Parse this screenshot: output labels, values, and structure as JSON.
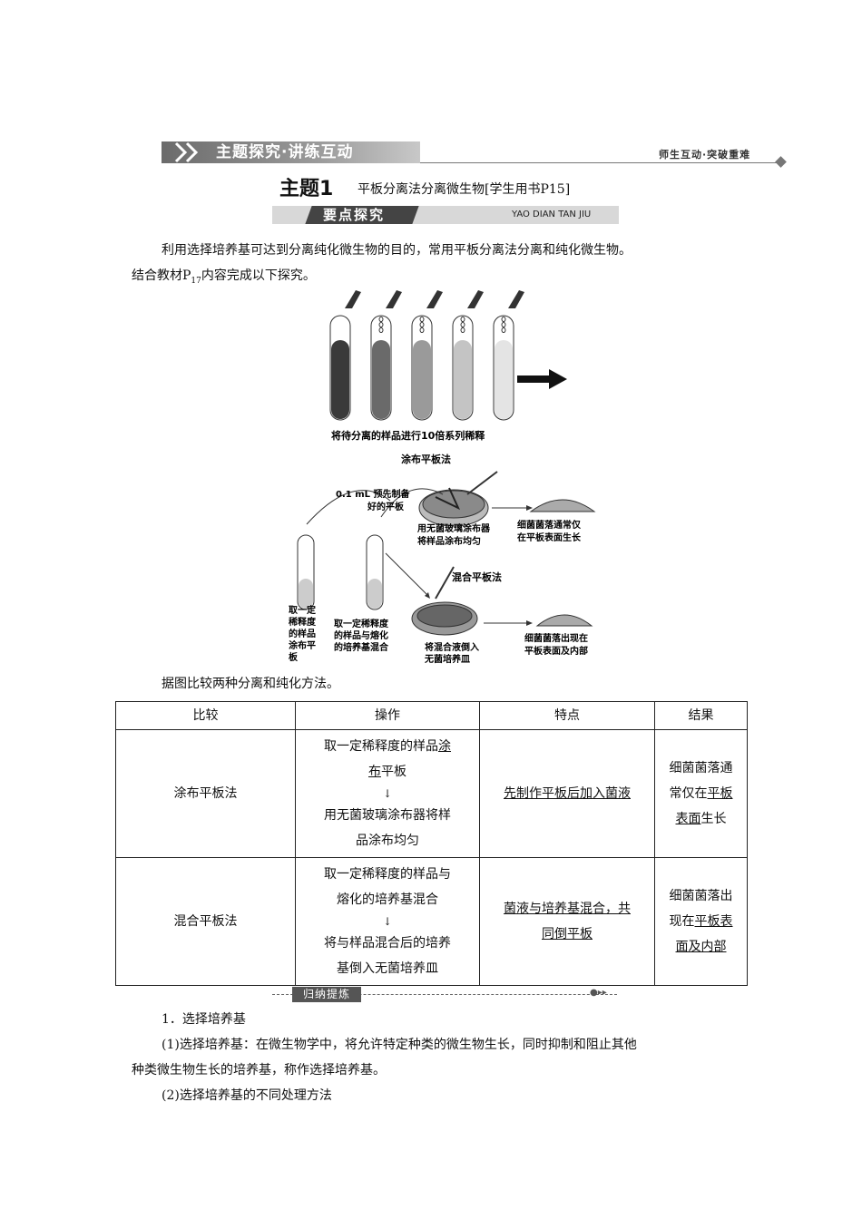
{
  "header": {
    "banner_title": "主题探究·讲练互动",
    "banner_right": "师生互动·突破重难",
    "topic_num": "主题1",
    "topic_title": "平板分离法分离微生物[学生用书P15]",
    "key_title": "要点探究",
    "key_pinyin": "YAO DIAN TAN JIU"
  },
  "intro": {
    "line1": "利用选择培养基可达到分离纯化微生物的目的，常用平板分离法分离和纯化微生物。",
    "line2_a": "结合教材P",
    "line2_sub": "17",
    "line2_b": "内容完成以下探究。"
  },
  "figure": {
    "caption_top": "将待分离的样品进行10倍系列稀释",
    "spread_method": "涂布平板法",
    "volume_1": "0.1 mL 预先制备",
    "volume_2": "好的平板",
    "spreader_1": "用无菌玻璃涂布器",
    "spreader_2": "将样品涂布均匀",
    "spread_result_1": "细菌菌落通常仅",
    "spread_result_2": "在平板表面生长",
    "pour_method": "混合平板法",
    "tube1_1": "取一定",
    "tube1_2": "稀释度",
    "tube1_3": "的样品",
    "tube1_4": "涂布平",
    "tube1_5": "板",
    "tube2_1": "取一定稀释度",
    "tube2_2": "的样品与熔化",
    "tube2_3": "的培养基混合",
    "pour_1": "将混合液倒入",
    "pour_2": "无菌培养皿",
    "pour_result_1": "细菌菌落出现在",
    "pour_result_2": "平板表面及内部",
    "tube_colors": [
      "#3a3a3a",
      "#6a6a6a",
      "#9a9a9a",
      "#c4c4c4",
      "#e4e4e4"
    ]
  },
  "compare_intro": "据图比较两种分离和纯化方法。",
  "table": {
    "headers": [
      "比较",
      "操作",
      "特点",
      "结果"
    ],
    "row1": {
      "name": "涂布平板法",
      "op1_a": "取一定稀释度的样品",
      "op1_u1": "涂",
      "op1_u2": "布",
      "op1_b": "平板",
      "arrow": "↓",
      "op2": "用无菌玻璃涂布器将样",
      "op3": "品涂布均匀",
      "feature": "先制作平板后加入菌液",
      "result_a": "细菌菌落通",
      "result_b": "常仅在",
      "result_u1": "平板",
      "result_u2": "表面",
      "result_c": "生长"
    },
    "row2": {
      "name": "混合平板法",
      "op1": "取一定稀释度的样品与",
      "op2": "熔化的培养基混合",
      "arrow": "↓",
      "op3": "将与样品混合后的培养",
      "op4": "基倒入无菌培养皿",
      "feature1": "菌液与培养基混合，共",
      "feature2": "同倒平板",
      "result_a": "细菌菌落出",
      "result_b": "现在",
      "result_u1": "平板表",
      "result_u2": "面及内部"
    }
  },
  "summary": {
    "tag": "归纳提炼",
    "s1": "1．选择培养基",
    "s2_a": "(1)选择培养基：在微生物学中，将允许特定种类的微生物生长，同时抑制和阻止其他",
    "s2_b": "种类微生物生长的培养基，称作选择培养基。",
    "s3": "(2)选择培养基的不同处理方法"
  }
}
